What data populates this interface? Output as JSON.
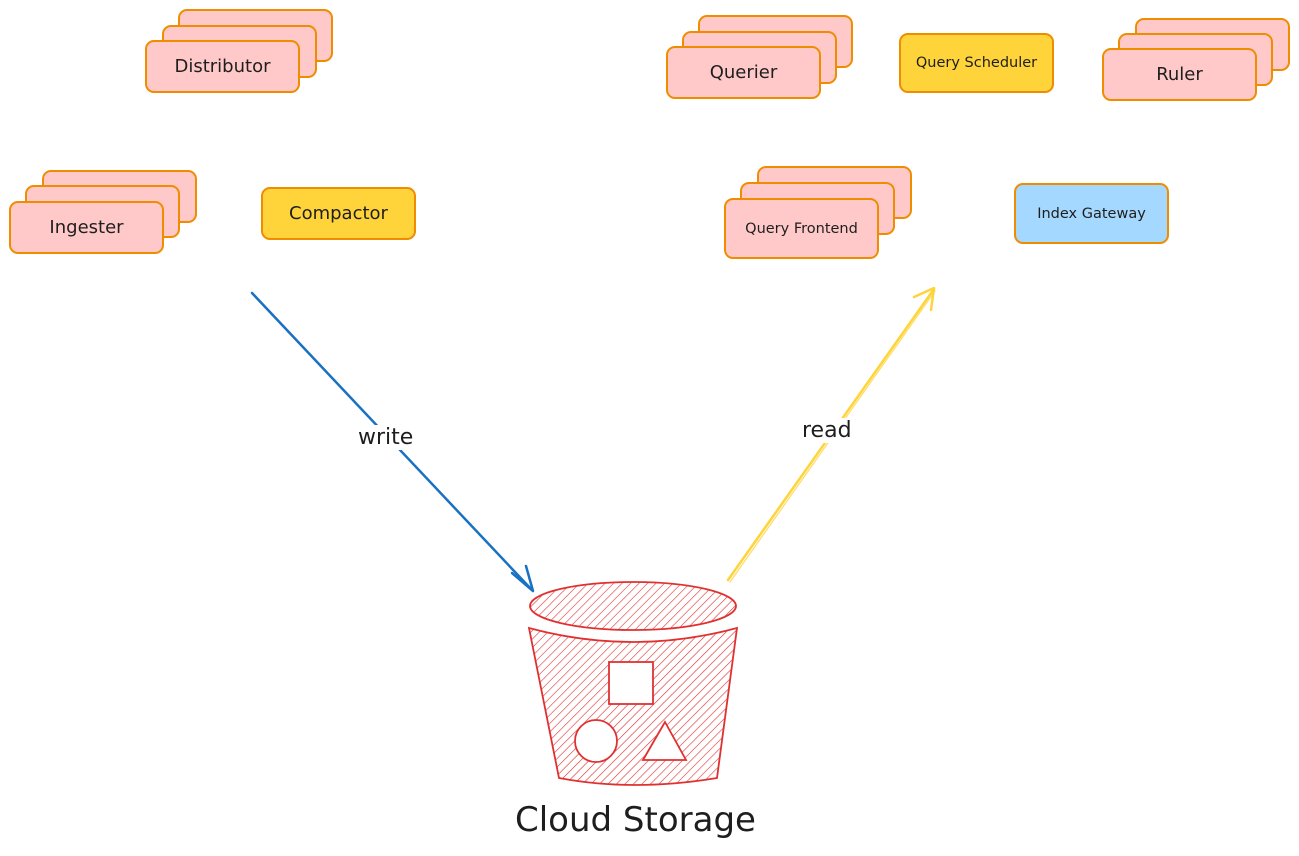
{
  "components": {
    "distributor": "Distributor",
    "querier": "Querier",
    "query_scheduler": "Query Scheduler",
    "ruler": "Ruler",
    "ingester": "Ingester",
    "compactor": "Compactor",
    "query_frontend": "Query Frontend",
    "index_gateway": "Index Gateway"
  },
  "edges": {
    "write": "write",
    "read": "read"
  },
  "storage": {
    "label": "Cloud Storage"
  },
  "colors": {
    "pink_fill": "#ffc9c9",
    "yellow_fill": "#ffd43b",
    "blue_fill": "#a5d8ff",
    "orange_stroke": "#f08c00",
    "write_arrow": "#1971c2",
    "read_arrow": "#ffd43b",
    "storage_red": "#e03131"
  }
}
